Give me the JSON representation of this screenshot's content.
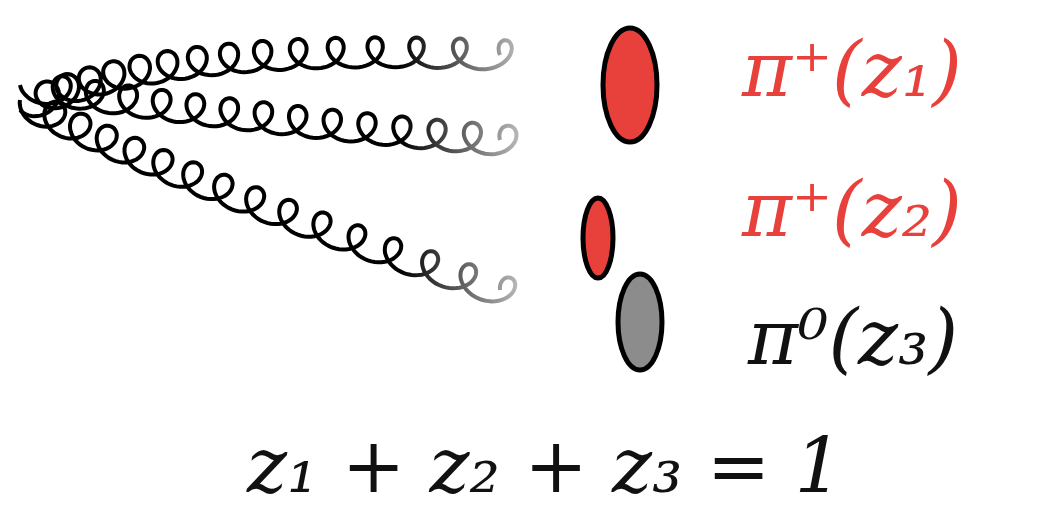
{
  "diagram": {
    "labels": [
      "π⁺(z₁)",
      "π⁺(z₂)",
      "π⁰(z₃)",
      "z₁ + z₂ + z₃ = 1"
    ]
  }
}
